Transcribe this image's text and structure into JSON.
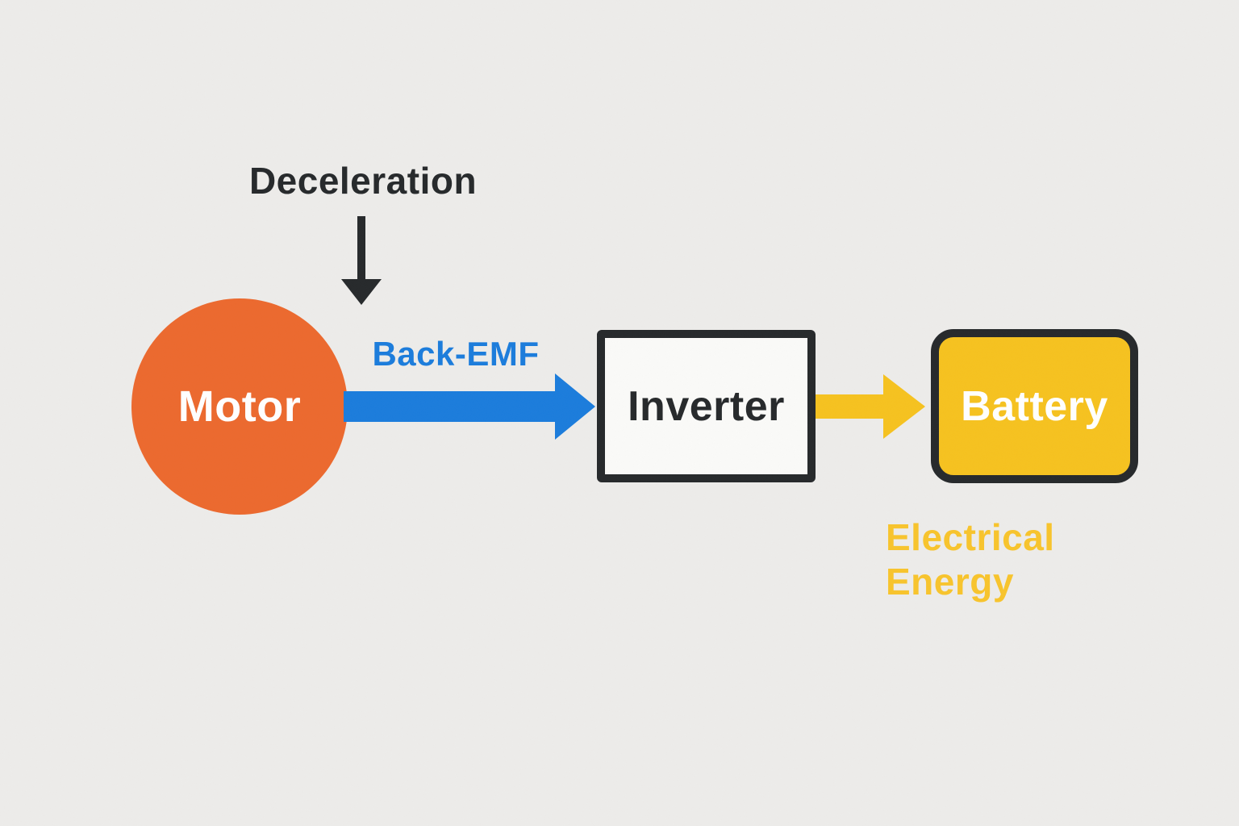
{
  "canvas": {
    "background_color": "#EDECEA"
  },
  "palette": {
    "dark": "#26292B",
    "orange": "#EC692E",
    "blue": "#1B7CDC",
    "yellow": "#F6C21F",
    "yellow_label": "#F8C42C",
    "inverter_fill": "#FAFAF8",
    "white": "#FFFFFF"
  },
  "diagram": {
    "deceleration_label": "Deceleration",
    "back_emf_label": "Back-EMF",
    "electrical_energy_line1": "Electrical",
    "electrical_energy_line2": "Energy",
    "nodes": {
      "motor": {
        "label": "Motor",
        "shape": "circle",
        "fill": "#EC692E"
      },
      "inverter": {
        "label": "Inverter",
        "shape": "rectangle",
        "fill": "#FAFAF8"
      },
      "battery": {
        "label": "Battery",
        "shape": "rounded-rectangle",
        "fill": "#F6C21F"
      }
    },
    "arrows": [
      {
        "name": "deceleration-arrow",
        "direction": "down",
        "color": "#26292B",
        "from": "Deceleration",
        "to": "Motor"
      },
      {
        "name": "back-emf-arrow",
        "direction": "right",
        "color": "#1B7CDC",
        "from": "Motor",
        "to": "Inverter"
      },
      {
        "name": "electrical-energy-arrow",
        "direction": "right",
        "color": "#F6C21F",
        "from": "Inverter",
        "to": "Battery"
      }
    ]
  }
}
